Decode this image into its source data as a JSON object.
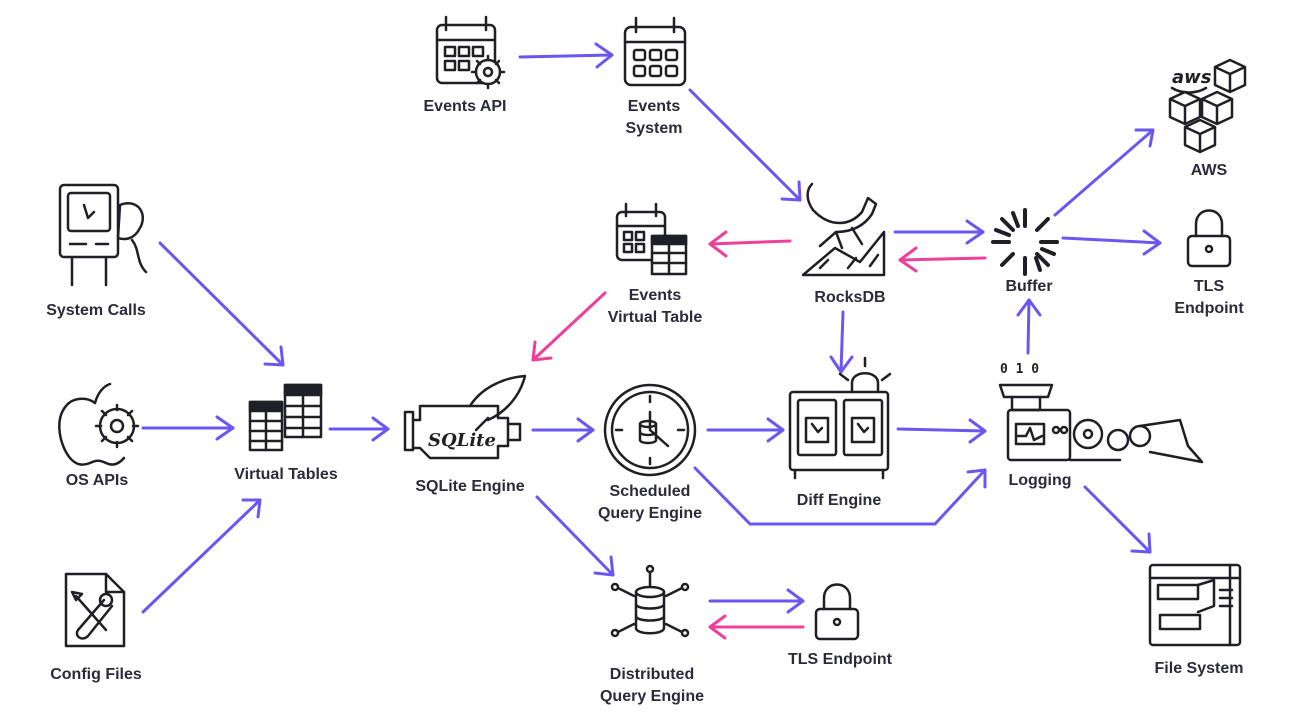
{
  "diagram": {
    "colors": {
      "flow": "#6a57f2",
      "return_flow": "#ef3f9a",
      "ink": "#2b2b3a"
    },
    "nodes": [
      {
        "id": "events-api",
        "label": "Events API",
        "icon": "calendar-gear-icon"
      },
      {
        "id": "events-system",
        "label": "Events\nSystem",
        "icon": "calendar-icon"
      },
      {
        "id": "system-calls",
        "label": "System Calls",
        "icon": "retro-computer-phone-icon"
      },
      {
        "id": "events-virtual-table",
        "label": "Events\nVirtual Table",
        "icon": "calendar-table-icon"
      },
      {
        "id": "rocksdb",
        "label": "RocksDB",
        "icon": "rocksdb-cat-icon"
      },
      {
        "id": "buffer",
        "label": "Buffer",
        "icon": "buffer-burst-icon"
      },
      {
        "id": "aws",
        "label": "AWS",
        "icon": "aws-cubes-icon"
      },
      {
        "id": "tls-endpoint-top",
        "label": "TLS Endpoint",
        "icon": "padlock-icon"
      },
      {
        "id": "os-apis",
        "label": "OS APIs",
        "icon": "apple-gear-icon"
      },
      {
        "id": "virtual-tables",
        "label": "Virtual Tables",
        "icon": "tables-icon"
      },
      {
        "id": "sqlite-engine",
        "label": "SQLite Engine",
        "icon": "sqlite-engine-icon"
      },
      {
        "id": "scheduled-query-engine",
        "label": "Scheduled\nQuery Engine",
        "icon": "clock-database-icon"
      },
      {
        "id": "diff-engine",
        "label": "Diff Engine",
        "icon": "diff-machine-icon"
      },
      {
        "id": "logging",
        "label": "Logging",
        "icon": "logging-machine-icon"
      },
      {
        "id": "config-files",
        "label": "Config Files",
        "icon": "config-file-tools-icon"
      },
      {
        "id": "distributed-query-engine",
        "label": "Distributed\nQuery Engine",
        "icon": "distributed-database-icon"
      },
      {
        "id": "tls-endpoint-bottom",
        "label": "TLS Endpoint",
        "icon": "padlock-icon"
      },
      {
        "id": "file-system",
        "label": "File System",
        "icon": "filing-cabinet-icon"
      }
    ],
    "edges": [
      {
        "from": "events-api",
        "to": "events-system",
        "kind": "flow"
      },
      {
        "from": "events-system",
        "to": "rocksdb",
        "kind": "flow"
      },
      {
        "from": "rocksdb",
        "to": "events-virtual-table",
        "kind": "return_flow"
      },
      {
        "from": "events-virtual-table",
        "to": "sqlite-engine",
        "kind": "return_flow"
      },
      {
        "from": "rocksdb",
        "to": "buffer",
        "kind": "flow"
      },
      {
        "from": "buffer",
        "to": "rocksdb",
        "kind": "return_flow"
      },
      {
        "from": "buffer",
        "to": "aws",
        "kind": "flow"
      },
      {
        "from": "buffer",
        "to": "tls-endpoint-top",
        "kind": "flow"
      },
      {
        "from": "rocksdb",
        "to": "diff-engine",
        "kind": "flow"
      },
      {
        "from": "system-calls",
        "to": "virtual-tables",
        "kind": "flow"
      },
      {
        "from": "os-apis",
        "to": "virtual-tables",
        "kind": "flow"
      },
      {
        "from": "config-files",
        "to": "virtual-tables",
        "kind": "flow"
      },
      {
        "from": "virtual-tables",
        "to": "sqlite-engine",
        "kind": "flow"
      },
      {
        "from": "sqlite-engine",
        "to": "scheduled-query-engine",
        "kind": "flow"
      },
      {
        "from": "scheduled-query-engine",
        "to": "diff-engine",
        "kind": "flow"
      },
      {
        "from": "diff-engine",
        "to": "logging",
        "kind": "flow"
      },
      {
        "from": "scheduled-query-engine",
        "to": "logging",
        "kind": "flow"
      },
      {
        "from": "logging",
        "to": "buffer",
        "kind": "flow"
      },
      {
        "from": "logging",
        "to": "file-system",
        "kind": "flow"
      },
      {
        "from": "sqlite-engine",
        "to": "distributed-query-engine",
        "kind": "flow"
      },
      {
        "from": "distributed-query-engine",
        "to": "tls-endpoint-bottom",
        "kind": "flow"
      },
      {
        "from": "tls-endpoint-bottom",
        "to": "distributed-query-engine",
        "kind": "return_flow"
      }
    ]
  }
}
